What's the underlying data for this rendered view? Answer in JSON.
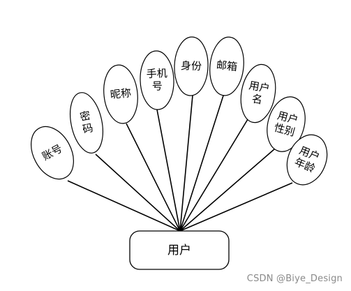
{
  "diagram": {
    "entity": {
      "label": "用户"
    },
    "attributes": [
      {
        "label": "账号"
      },
      {
        "label": "密码"
      },
      {
        "label": "昵称"
      },
      {
        "label": "手机号"
      },
      {
        "label": "身份"
      },
      {
        "label": "邮箱"
      },
      {
        "label": "用户名"
      },
      {
        "label": "用户性别"
      },
      {
        "label": "用户年龄"
      }
    ]
  },
  "watermark": {
    "text": "CSDN @Biye_Design"
  }
}
